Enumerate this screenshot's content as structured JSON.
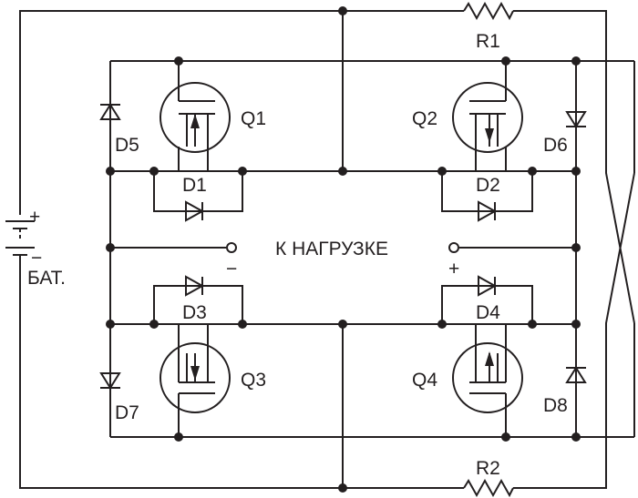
{
  "labels": {
    "r1": "R1",
    "r2": "R2",
    "q1": "Q1",
    "q2": "Q2",
    "q3": "Q3",
    "q4": "Q4",
    "d1": "D1",
    "d2": "D2",
    "d3": "D3",
    "d4": "D4",
    "d5": "D5",
    "d6": "D6",
    "d7": "D7",
    "d8": "D8",
    "load": "К НАГРУЗКЕ",
    "load_minus": "−",
    "load_plus": "+",
    "battery": "БАТ.",
    "battery_plus": "+",
    "battery_minus": "−"
  },
  "colors": {
    "ink": "#231f20",
    "background": "#ffffff"
  }
}
